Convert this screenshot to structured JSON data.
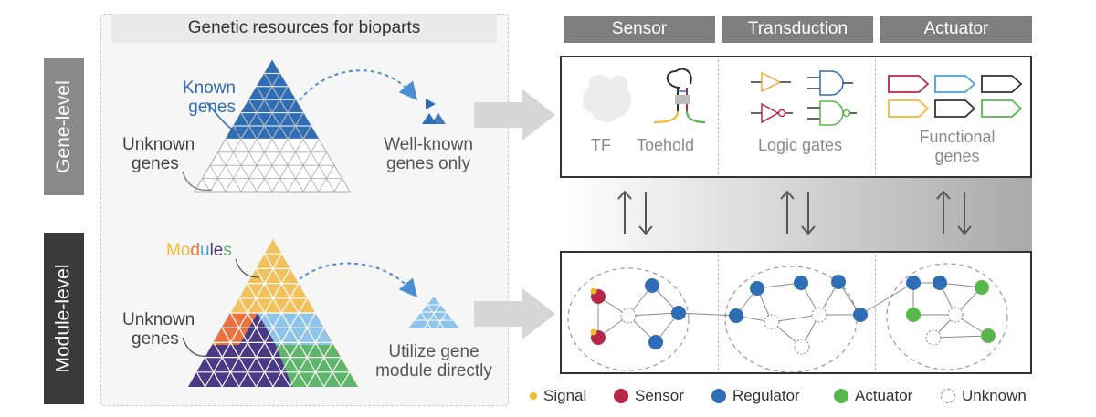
{
  "left_panel": {
    "title": "Genetic resources for bioparts",
    "gene_level": {
      "known_label_line1": "Known",
      "known_label_line2": "genes",
      "unknown_label_line1": "Unknown",
      "unknown_label_line2": "genes",
      "result_line1": "Well-known",
      "result_line2": "genes only"
    },
    "module_level": {
      "modules_label": [
        "M",
        "o",
        "d",
        "u",
        "l",
        "e",
        "s"
      ],
      "unknown_label_line1": "Unknown",
      "unknown_label_line2": "genes",
      "result_line1": "Utilize gene",
      "result_line2": "module directly"
    }
  },
  "side_labels": {
    "gene_level": "Gene-level",
    "module_level": "Module-level"
  },
  "headers": {
    "sensor": "Sensor",
    "transduction": "Transduction",
    "actuator": "Actuator"
  },
  "gene_panel": {
    "tf": "TF",
    "toehold": "Toehold",
    "logic_gates": "Logic gates",
    "functional_line1": "Functional",
    "functional_line2": "genes"
  },
  "legend": {
    "signal": "Signal",
    "sensor": "Sensor",
    "regulator": "Regulator",
    "actuator": "Actuator",
    "unknown": "Unknown"
  },
  "colors": {
    "known_blue": "#2f6db5",
    "module_yellow": "#f2c15c",
    "module_orange": "#e8733f",
    "module_light_blue": "#8ec3ea",
    "module_purple": "#4a3a86",
    "module_green": "#5fb66b",
    "sensor_red": "#b8264a",
    "regulator_blue": "#2f6db5",
    "actuator_green": "#56b84a",
    "signal_yellow": "#f2b92e",
    "header_gray": "#7f7f7f",
    "side_gene": "#8a8a8a",
    "side_module": "#3a3a3a"
  }
}
